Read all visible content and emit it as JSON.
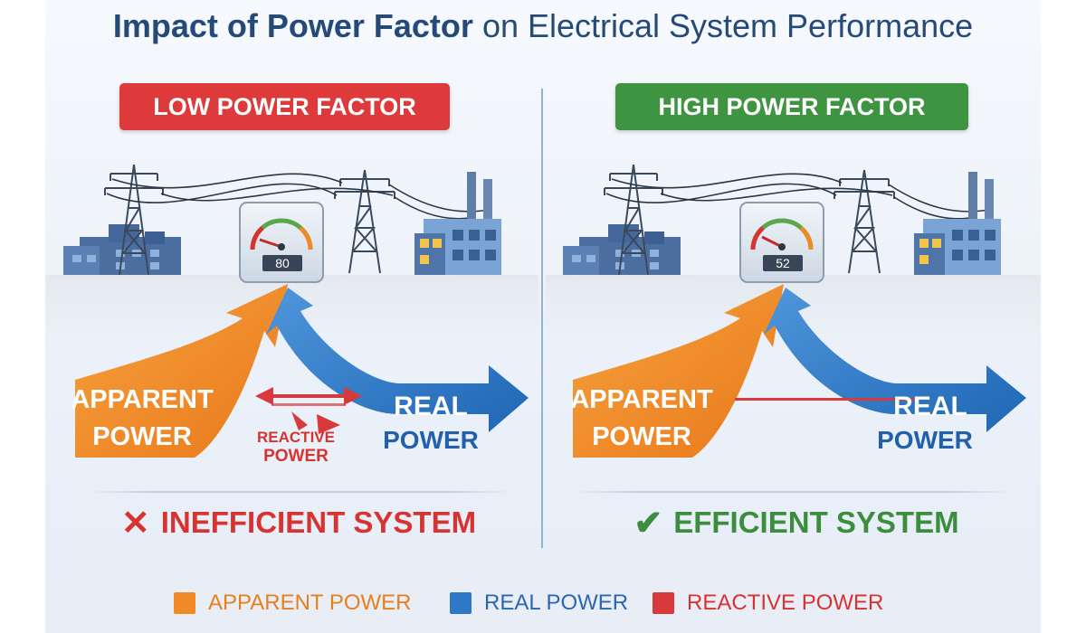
{
  "title": {
    "bold": "Impact of Power Factor",
    "rest": "on Electrical System Performance"
  },
  "panels": {
    "low": {
      "banner": "LOW POWER FACTOR",
      "meter_value": "80",
      "apparent_line1": "APPARENT",
      "apparent_line2": "POWER",
      "real_line1": "REAL",
      "real_line2": "POWER",
      "reactive_line1": "REACTIVE",
      "reactive_line2": "POWER",
      "status_icon": "x-mark-icon",
      "status": "INEFFICIENT SYSTEM"
    },
    "high": {
      "banner": "HIGH POWER FACTOR",
      "meter_value": "52",
      "apparent_line1": "APPARENT",
      "apparent_line2": "POWER",
      "real_line1": "REAL",
      "real_line2": "POWER",
      "status_icon": "check-mark-icon",
      "status": "EFFICIENT SYSTEM"
    }
  },
  "legend": {
    "apparent": "APPARENT POWER",
    "real": "REAL POWER",
    "reactive": "REACTIVE POWER"
  },
  "colors": {
    "apparent": "#ef8a27",
    "real": "#2f78c6",
    "reactive": "#d8393a",
    "low_banner": "#de3a3b",
    "high_banner": "#3f9441",
    "title": "#254a78"
  }
}
